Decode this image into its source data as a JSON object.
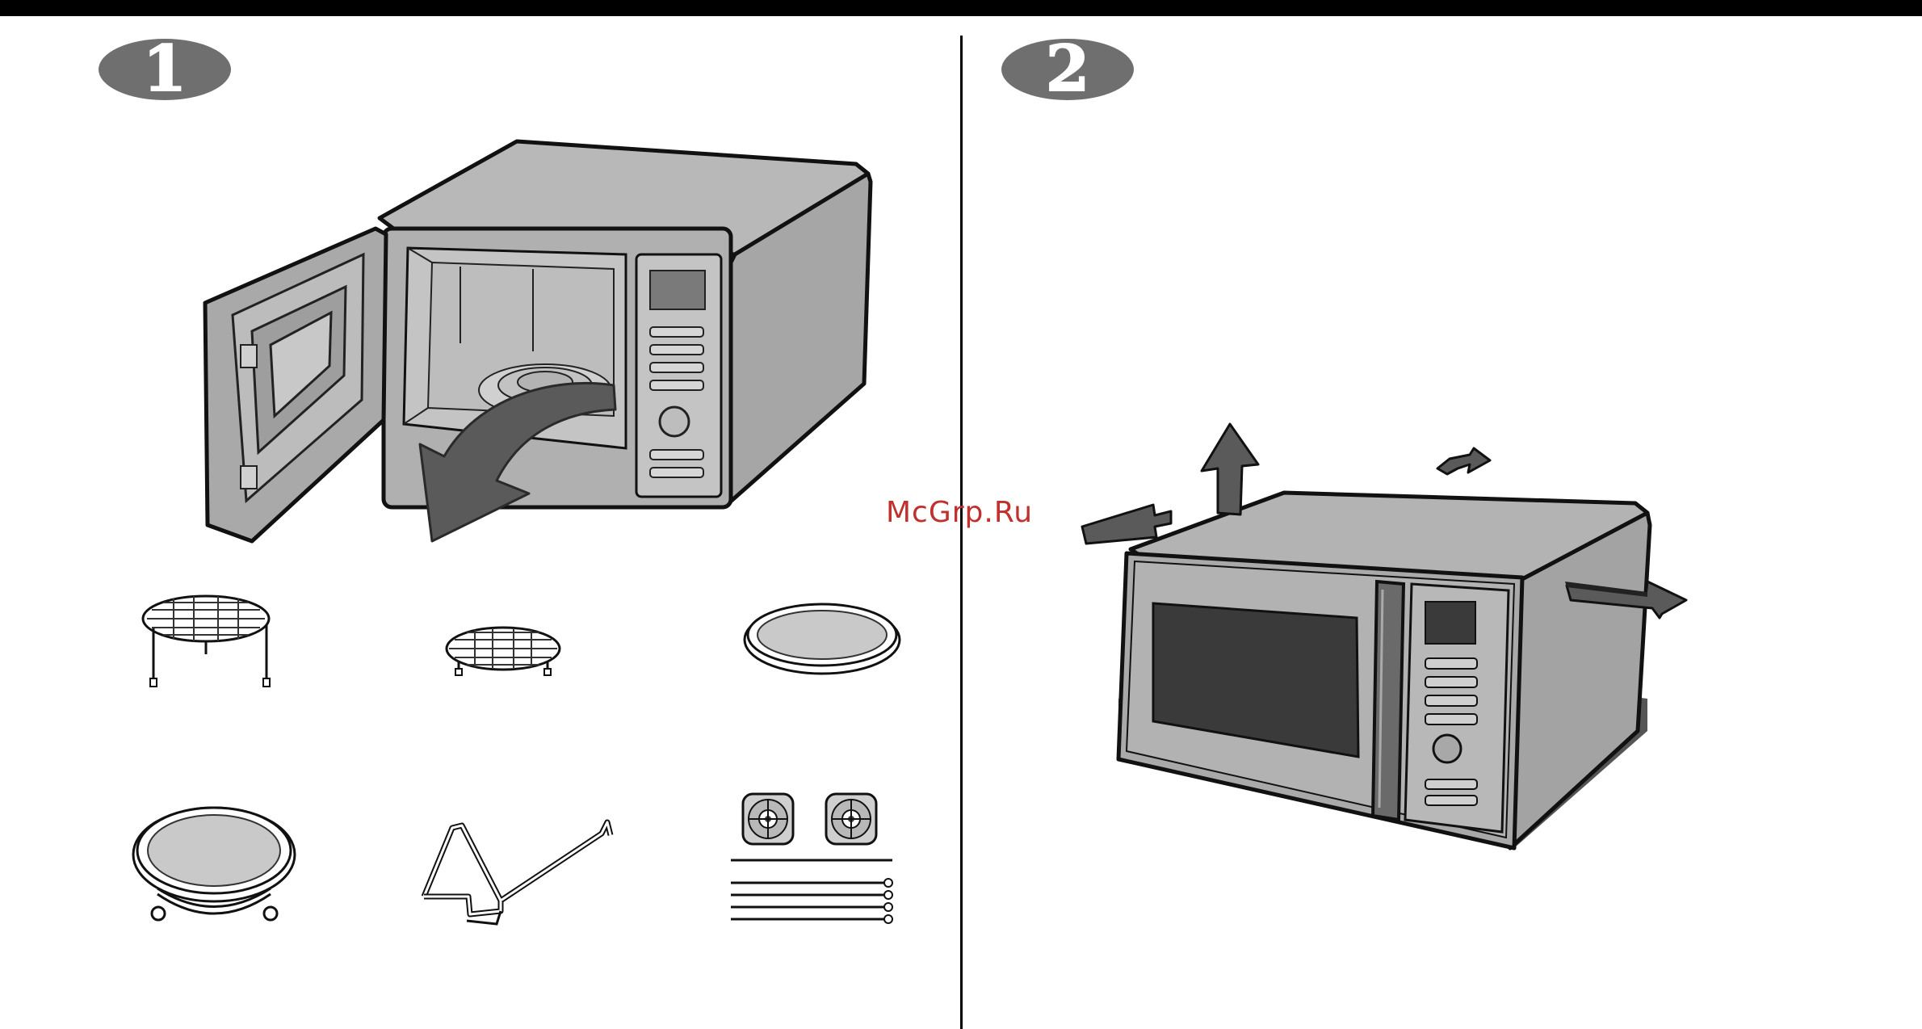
{
  "steps": [
    {
      "number": "1"
    },
    {
      "number": "2"
    }
  ],
  "watermark": "McGrp.Ru",
  "colors": {
    "badge": "#6f6f6f",
    "body": "#b3b3b3",
    "dark": "#3a3a3a",
    "arrow": "#5a5a5a",
    "shadow": "#555555",
    "watermark": "#c0302e"
  },
  "accessories": [
    {
      "icon": "high-grill-rack-icon"
    },
    {
      "icon": "low-grill-rack-icon"
    },
    {
      "icon": "crisp-plate-icon"
    },
    {
      "icon": "turntable-with-roller-ring-icon"
    },
    {
      "icon": "crisp-plate-handle-icon"
    },
    {
      "icon": "rotisserie-kit-icon"
    }
  ]
}
